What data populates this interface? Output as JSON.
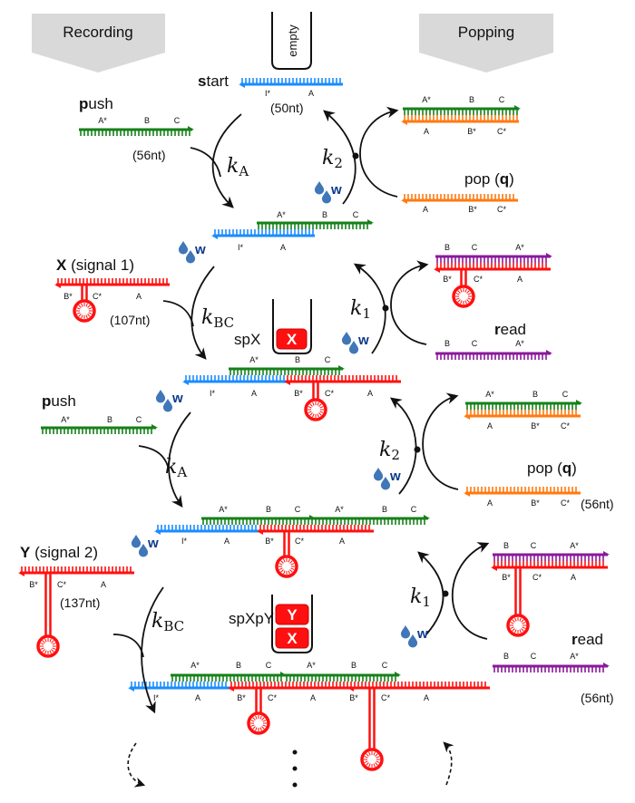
{
  "headers": {
    "recording": "Recording",
    "popping": "Popping"
  },
  "tubes": {
    "empty": "empty",
    "spX": "spX",
    "spXpY": "spXpY",
    "x_box": "X",
    "y_box": "Y"
  },
  "species": {
    "start": {
      "parts": [
        {
          "t": "s",
          "b": true
        },
        {
          "t": "tart",
          "b": false
        }
      ],
      "length": "(50nt)"
    },
    "push_1": {
      "parts": [
        {
          "t": "p",
          "b": true
        },
        {
          "t": "ush",
          "b": false
        }
      ],
      "length": "(56nt)"
    },
    "pop_1": {
      "parts": [
        {
          "t": "pop (",
          "b": false
        },
        {
          "t": "q",
          "b": true
        },
        {
          "t": ")",
          "b": false
        }
      ]
    },
    "x_signal": {
      "parts": [
        {
          "t": "X",
          "b": true
        },
        {
          "t": " (signal 1)",
          "b": false
        }
      ],
      "length": "(107nt)"
    },
    "read_1": {
      "parts": [
        {
          "t": "r",
          "b": true
        },
        {
          "t": "ead",
          "b": false
        }
      ]
    },
    "push_2": {
      "parts": [
        {
          "t": "p",
          "b": true
        },
        {
          "t": "ush",
          "b": false
        }
      ]
    },
    "pop_2": {
      "parts": [
        {
          "t": "pop (",
          "b": false
        },
        {
          "t": "q",
          "b": true
        },
        {
          "t": ")",
          "b": false
        }
      ],
      "length": "(56nt)"
    },
    "y_signal": {
      "parts": [
        {
          "t": "Y",
          "b": true
        },
        {
          "t": " (signal 2)",
          "b": false
        }
      ],
      "length": "(137nt)"
    },
    "read_2": {
      "parts": [
        {
          "t": "r",
          "b": true
        },
        {
          "t": "ead",
          "b": false
        }
      ],
      "length": "(56nt)"
    }
  },
  "rates": [
    {
      "id": "kA-1",
      "symbol": "k",
      "sub": "A"
    },
    {
      "id": "k2-1",
      "symbol": "k",
      "sub": "2"
    },
    {
      "id": "kBC-1",
      "symbol": "k",
      "sub": "BC"
    },
    {
      "id": "k1-1",
      "symbol": "k",
      "sub": "1"
    },
    {
      "id": "kA-2",
      "symbol": "k",
      "sub": "A"
    },
    {
      "id": "k2-2",
      "symbol": "k",
      "sub": "2"
    },
    {
      "id": "kBC-2",
      "symbol": "k",
      "sub": "BC"
    },
    {
      "id": "k1-2",
      "symbol": "k",
      "sub": "1"
    }
  ],
  "waste_label": "w",
  "domain_labels": {
    "start": [
      "I*",
      "A"
    ],
    "push_1": [
      "A*",
      "B",
      "C"
    ],
    "pop_product_1": [
      "A*",
      "B",
      "C",
      "A",
      "B*",
      "C*"
    ],
    "pop_1": [
      "A",
      "B*",
      "C*"
    ],
    "complex_1": [
      "A*",
      "B",
      "C",
      "I*",
      "A"
    ],
    "x_signal": [
      "B*",
      "C*",
      "A"
    ],
    "read_product_1": [
      "B",
      "C",
      "A*",
      "B*",
      "C*",
      "A"
    ],
    "read_1": [
      "B",
      "C",
      "A*"
    ],
    "complex_2": [
      "A*",
      "B",
      "C",
      "I*",
      "A",
      "B*",
      "C*",
      "A"
    ],
    "push_2": [
      "A*",
      "B",
      "C"
    ],
    "pop_product_2": [
      "A*",
      "B",
      "C",
      "A",
      "B*",
      "C*"
    ],
    "pop_2": [
      "A",
      "B*",
      "C*"
    ],
    "complex_3": [
      "A*",
      "B",
      "C",
      "A*",
      "B",
      "C",
      "I*",
      "A",
      "B*",
      "C*",
      "A"
    ],
    "y_signal": [
      "B*",
      "C*",
      "A"
    ],
    "read_product_2": [
      "B",
      "C",
      "A*",
      "B*",
      "C*",
      "A"
    ],
    "read_2": [
      "B",
      "C",
      "A*"
    ],
    "complex_4": [
      "A*",
      "B",
      "C",
      "A*",
      "B",
      "C",
      "I*",
      "A",
      "B*",
      "C*",
      "A",
      "B*",
      "C*",
      "A"
    ]
  },
  "colors": {
    "blue": "#1a8cff",
    "green": "#16801a",
    "orange": "#ff7a10",
    "red": "#ff1010",
    "purple": "#8a1a9a",
    "water": "#3f77b8",
    "water_text": "#0b3a8a",
    "header_fill": "#d9d9d9"
  }
}
